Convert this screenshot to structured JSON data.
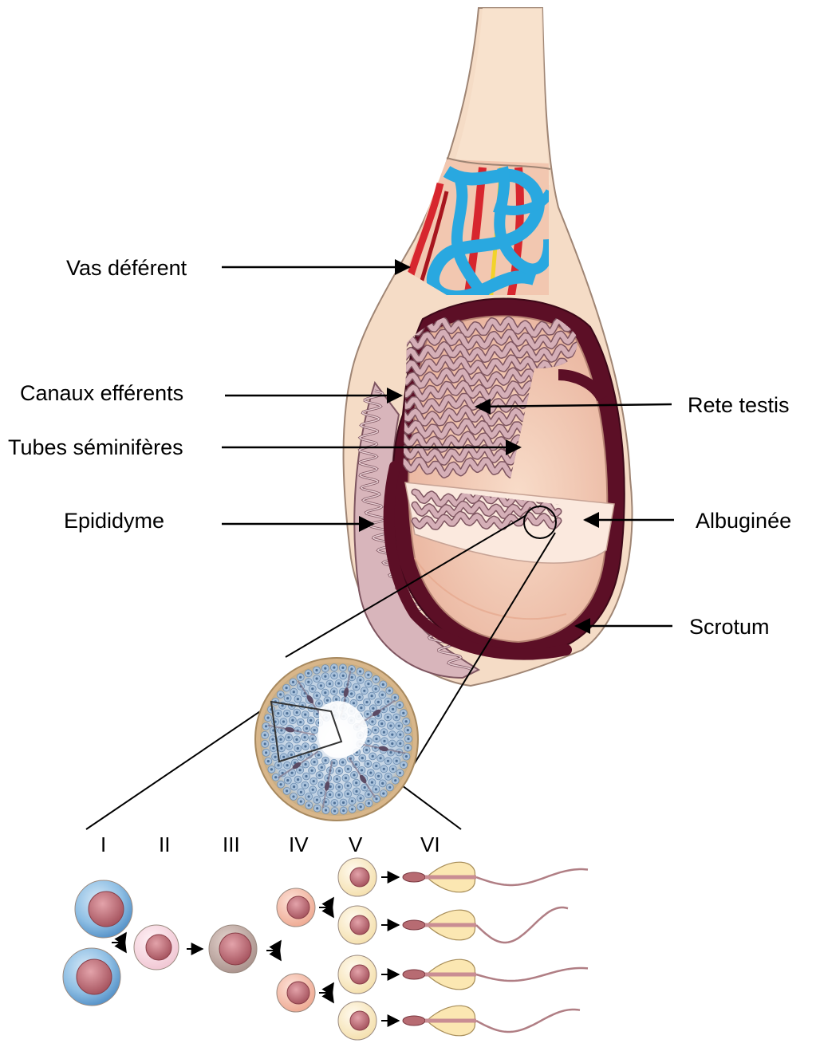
{
  "labels": {
    "vas_deferent": "Vas déférent",
    "canaux_efferents": "Canaux efférents",
    "tubes_seminiferes": "Tubes séminifères",
    "epididyme": "Epididyme",
    "rete_testis": "Rete testis",
    "albuginee": "Albuginée",
    "scrotum": "Scrotum"
  },
  "stages": [
    "I",
    "II",
    "III",
    "IV",
    "V",
    "VI"
  ],
  "colors": {
    "skin": "#f5dcc6",
    "skin_outline": "#b59a86",
    "scrotum_wall": "#5c0f26",
    "vein": "#29a8e0",
    "artery": "#d7262e",
    "nerve": "#f2d32b",
    "tubule": "#c9a3ac",
    "tubule_outline": "#7e5560",
    "testis_body": "#f4cdb8",
    "spermatogonia": "#7fb3dc",
    "nucleus": "#b5636d",
    "spermatid": "#fdf0cf"
  }
}
